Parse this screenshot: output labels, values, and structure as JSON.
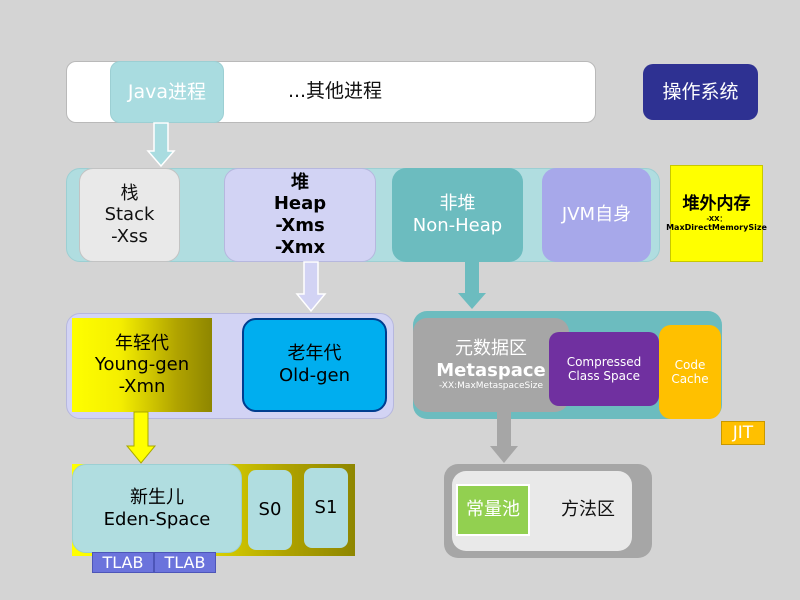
{
  "colors": {
    "background": "#d4d4d4",
    "java_process": "#a9dce0",
    "os": "#2e3192",
    "heap": "#d2d3f4",
    "non_heap": "#6cbcbf",
    "jvm_self": "#a7a8ea",
    "direct_memory": "#ffff00",
    "old_gen": "#00aeef",
    "metaspace": "#a6a6a6",
    "compressed_class_space": "#7030a0",
    "code_cache": "#ffc000",
    "tlab": "#6b73dc",
    "constant_pool": "#92d050"
  },
  "processes": {
    "java": "Java进程",
    "other": "...其他进程",
    "os": "操作系统"
  },
  "memory": {
    "stack": {
      "cn": "栈",
      "en": "Stack",
      "opt": "-Xss"
    },
    "heap": {
      "cn": "堆",
      "en": "Heap",
      "opt1": "-Xms",
      "opt2": "-Xmx"
    },
    "non_heap": {
      "cn": "非堆",
      "en": "Non-Heap"
    },
    "jvm_self": "JVM自身",
    "direct": {
      "cn": "堆外内存",
      "opt1": "-XX：",
      "opt2": "MaxDirectMemorySize"
    }
  },
  "heap_detail": {
    "young": {
      "cn": "年轻代",
      "en": "Young-gen",
      "opt": "-Xmn"
    },
    "old": {
      "cn": "老年代",
      "en": "Old-gen"
    }
  },
  "metaspace_detail": {
    "cn": "元数据区",
    "en": "Metaspace",
    "opt": "-XX:MaxMetaspaceSize",
    "compressed_class_space": {
      "line1": "Compressed",
      "line2": "Class Space"
    },
    "code_cache": {
      "line1": "Code",
      "line2": "Cache"
    },
    "jit": "JIT"
  },
  "young_detail": {
    "eden": {
      "cn": "新生儿",
      "en": "Eden-Space"
    },
    "s0": "S0",
    "s1": "S1",
    "tlab1": "TLAB",
    "tlab2": "TLAB"
  },
  "method_area": {
    "constant_pool": "常量池",
    "label": "方法区"
  }
}
